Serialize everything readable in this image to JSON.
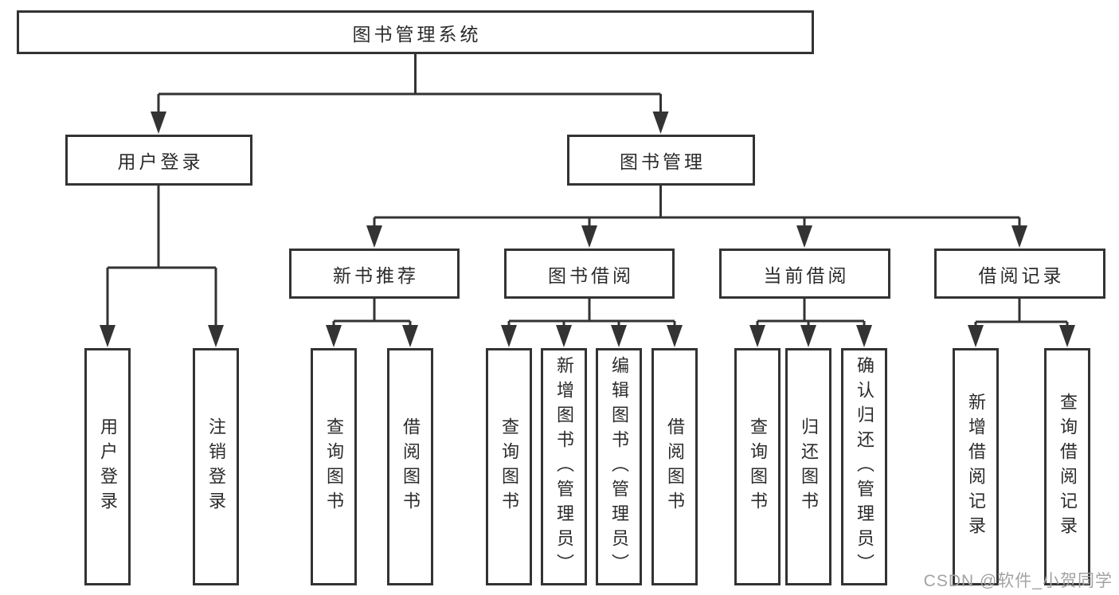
{
  "diagram": {
    "root": {
      "label": "图书管理系统"
    },
    "branches": [
      {
        "label": "用户登录",
        "children": [
          {
            "label": "用户登录"
          },
          {
            "label": "注销登录"
          }
        ]
      },
      {
        "label": "图书管理",
        "groups": [
          {
            "label": "新书推荐",
            "children": [
              {
                "label": "查询图书"
              },
              {
                "label": "借阅图书"
              }
            ]
          },
          {
            "label": "图书借阅",
            "children": [
              {
                "label": "查询图书"
              },
              {
                "label": "新增图书（管理员）"
              },
              {
                "label": "编辑图书（管理员）"
              },
              {
                "label": "借阅图书"
              }
            ]
          },
          {
            "label": "当前借阅",
            "children": [
              {
                "label": "查询图书"
              },
              {
                "label": "归还图书"
              },
              {
                "label": "确认归还（管理员）"
              }
            ]
          },
          {
            "label": "借阅记录",
            "children": [
              {
                "label": "新增借阅记录"
              },
              {
                "label": "查询借阅记录"
              }
            ]
          }
        ]
      }
    ]
  },
  "colors": {
    "line": "#333333",
    "box_border": "#333333",
    "text": "#2b2b2b",
    "watermark_gray": "#a3a3a3",
    "background": "#ffffff"
  },
  "watermark": {
    "text": "CSDN @软件_小贺同学"
  }
}
